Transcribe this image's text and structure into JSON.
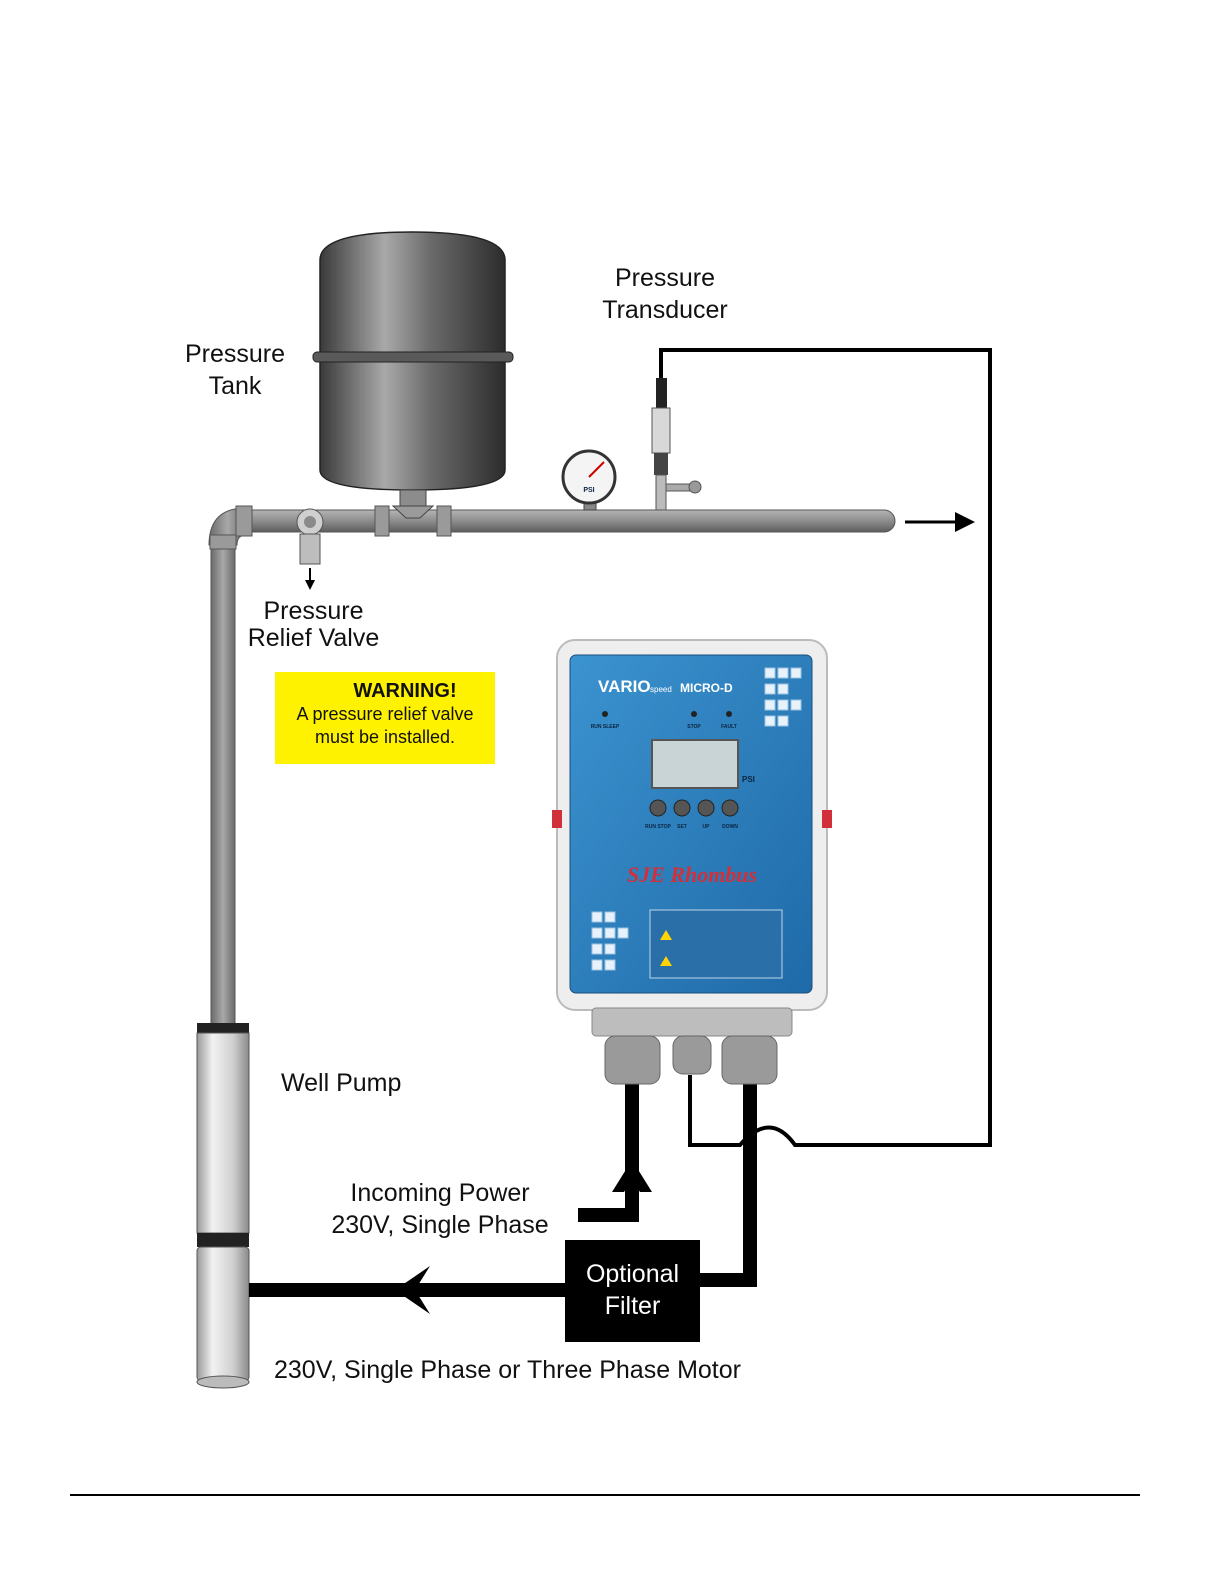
{
  "labels": {
    "pressure_tank": [
      "Pressure",
      "Tank"
    ],
    "pressure_transducer": [
      "Pressure",
      "Transducer"
    ],
    "pressure_relief_valve": [
      "Pressure",
      "Relief Valve"
    ],
    "well_pump": "Well Pump",
    "incoming_power": [
      "Incoming Power",
      "230V, Single Phase"
    ],
    "optional_filter": [
      "Optional",
      "Filter"
    ],
    "motor": "230V, Single Phase or Three Phase Motor"
  },
  "warning": {
    "title": "WARNING!",
    "line1": "A pressure relief valve",
    "line2": "must be installed."
  },
  "gauge": {
    "unit": "PSI"
  },
  "controller": {
    "brand": "VARIO",
    "brand_sub": "speed",
    "model": "MICRO-D",
    "leds": [
      "RUN SLEEP",
      "STOP",
      "FAULT"
    ],
    "display_unit": "PSI",
    "buttons": [
      "RUN STOP",
      "SET",
      "UP",
      "DOWN"
    ],
    "maker": "SJE Rhombus"
  },
  "colors": {
    "controller_blue": "#2f86c4",
    "warning_yellow": "#fff200",
    "pipe_gray": "#8a8a8a",
    "accent_red": "#d1303a"
  }
}
